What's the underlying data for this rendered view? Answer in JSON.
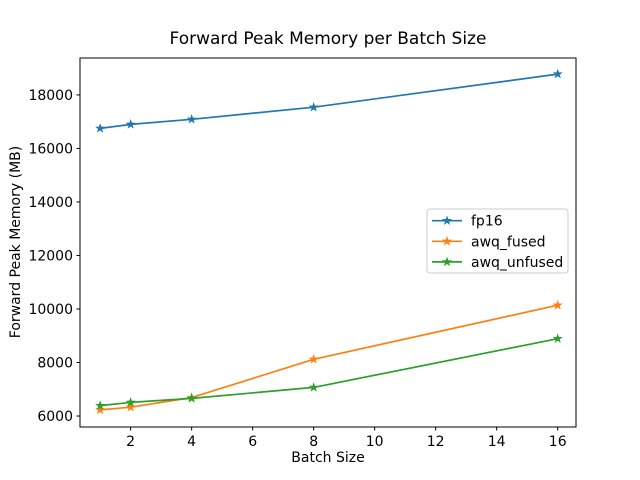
{
  "figure": {
    "background": "#ffffff",
    "text_color": "#000000",
    "frame_color": "#000000",
    "legend_border_color": "#cccccc"
  },
  "chart_data": {
    "type": "line",
    "title": "Forward Peak Memory per Batch Size",
    "xlabel": "Batch Size",
    "ylabel": "Forward Peak Memory (MB)",
    "x": [
      1,
      2,
      4,
      8,
      16
    ],
    "series": [
      {
        "name": "fp16",
        "color": "#1f77b4",
        "marker": "star",
        "values": [
          16750,
          16900,
          17090,
          17540,
          18780
        ]
      },
      {
        "name": "awq_fused",
        "color": "#ff7f0e",
        "marker": "star",
        "values": [
          6230,
          6330,
          6690,
          8120,
          10140
        ]
      },
      {
        "name": "awq_unfused",
        "color": "#2ca02c",
        "marker": "star",
        "values": [
          6390,
          6510,
          6660,
          7070,
          8890
        ]
      }
    ],
    "x_ticks": [
      2,
      4,
      6,
      8,
      10,
      12,
      14,
      16
    ],
    "y_ticks": [
      6000,
      8000,
      10000,
      12000,
      14000,
      16000,
      18000
    ],
    "xlim": [
      0.34,
      16.6
    ],
    "ylim": [
      5590,
      19380
    ],
    "grid": false,
    "legend": {
      "position": "center right",
      "entries": [
        "fp16",
        "awq_fused",
        "awq_unfused"
      ]
    }
  }
}
